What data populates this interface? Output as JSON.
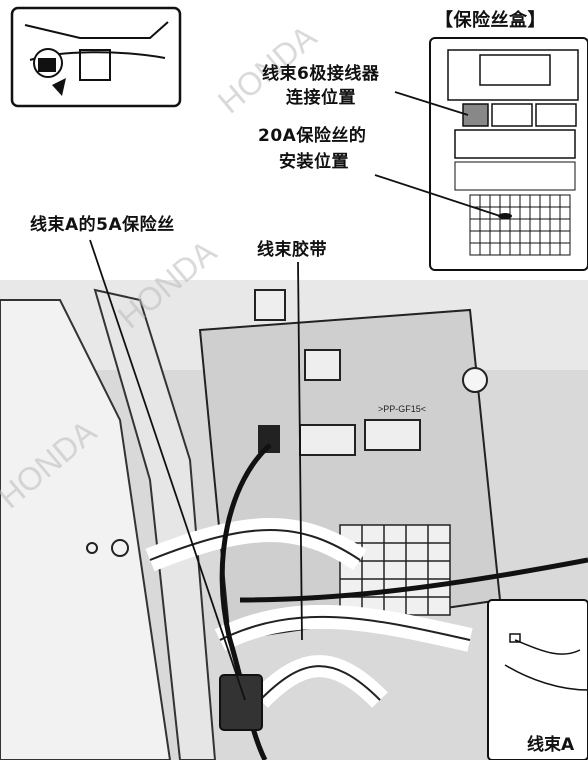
{
  "labels": {
    "fuse_box_title": "【保险丝盒】",
    "connector_location_line1": "线束6极接线器",
    "connector_location_line2": "连接位置",
    "fuse_install_line1": "20A保险丝的",
    "fuse_install_line2": "安装位置",
    "harness_a_fuse": "线束A的5A保险丝",
    "harness_tape": "线束胶带",
    "photo_marking": ">PP-GF15<",
    "inset_caption": "线束A"
  },
  "watermark": "HONDA",
  "colors": {
    "photo_background": "#dcdcdc",
    "line": "#111111",
    "fuse_highlight": "#888888"
  }
}
